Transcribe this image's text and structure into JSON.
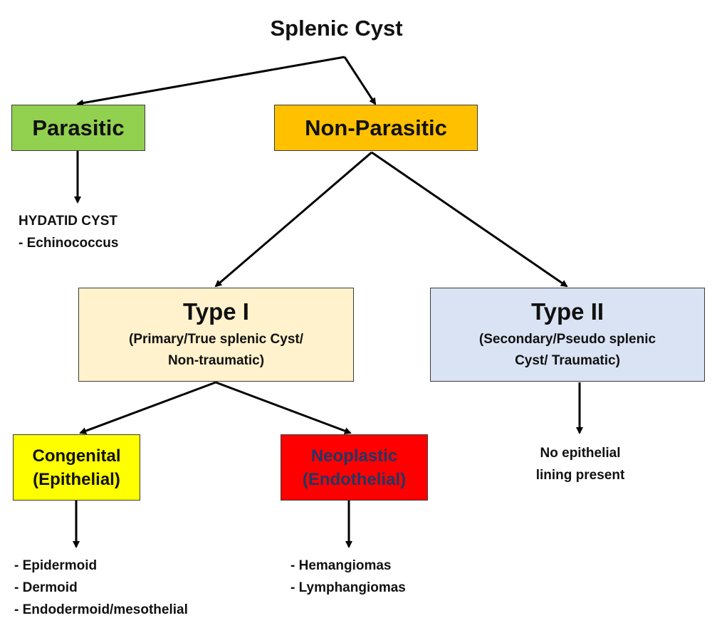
{
  "diagram": {
    "title": "Splenic Cyst",
    "parasitic": {
      "label": "Parasitic",
      "color": "#92d050"
    },
    "non_parasitic": {
      "label": "Non-Parasitic",
      "color": "#ffc000"
    },
    "hydatid": {
      "lines": [
        "HYDATID CYST",
        "- Echinococcus"
      ]
    },
    "type1": {
      "label": "Type I",
      "sub_lines": [
        "(Primary/True splenic Cyst/",
        "Non-traumatic)"
      ],
      "color": "#fff2cc"
    },
    "type2": {
      "label": "Type II",
      "sub_lines": [
        "(Secondary/Pseudo splenic",
        "Cyst/ Traumatic)"
      ],
      "color": "#dae3f3"
    },
    "congenital": {
      "lines": [
        "Congenital",
        "(Epithelial)"
      ],
      "color": "#ffff00"
    },
    "neoplastic": {
      "lines": [
        "Neoplastic",
        "(Endothelial)"
      ],
      "color": "#ff0000",
      "text_color": "#1f3864"
    },
    "type2_leaf": {
      "lines": [
        "No epithelial",
        "lining present"
      ]
    },
    "congenital_leaf": {
      "lines": [
        "- Epidermoid",
        "- Dermoid",
        "- Endodermoid/mesothelial"
      ]
    },
    "neoplastic_leaf": {
      "lines": [
        "- Hemangiomas",
        "- Lymphangiomas"
      ]
    },
    "arrow_color": "#000000"
  }
}
